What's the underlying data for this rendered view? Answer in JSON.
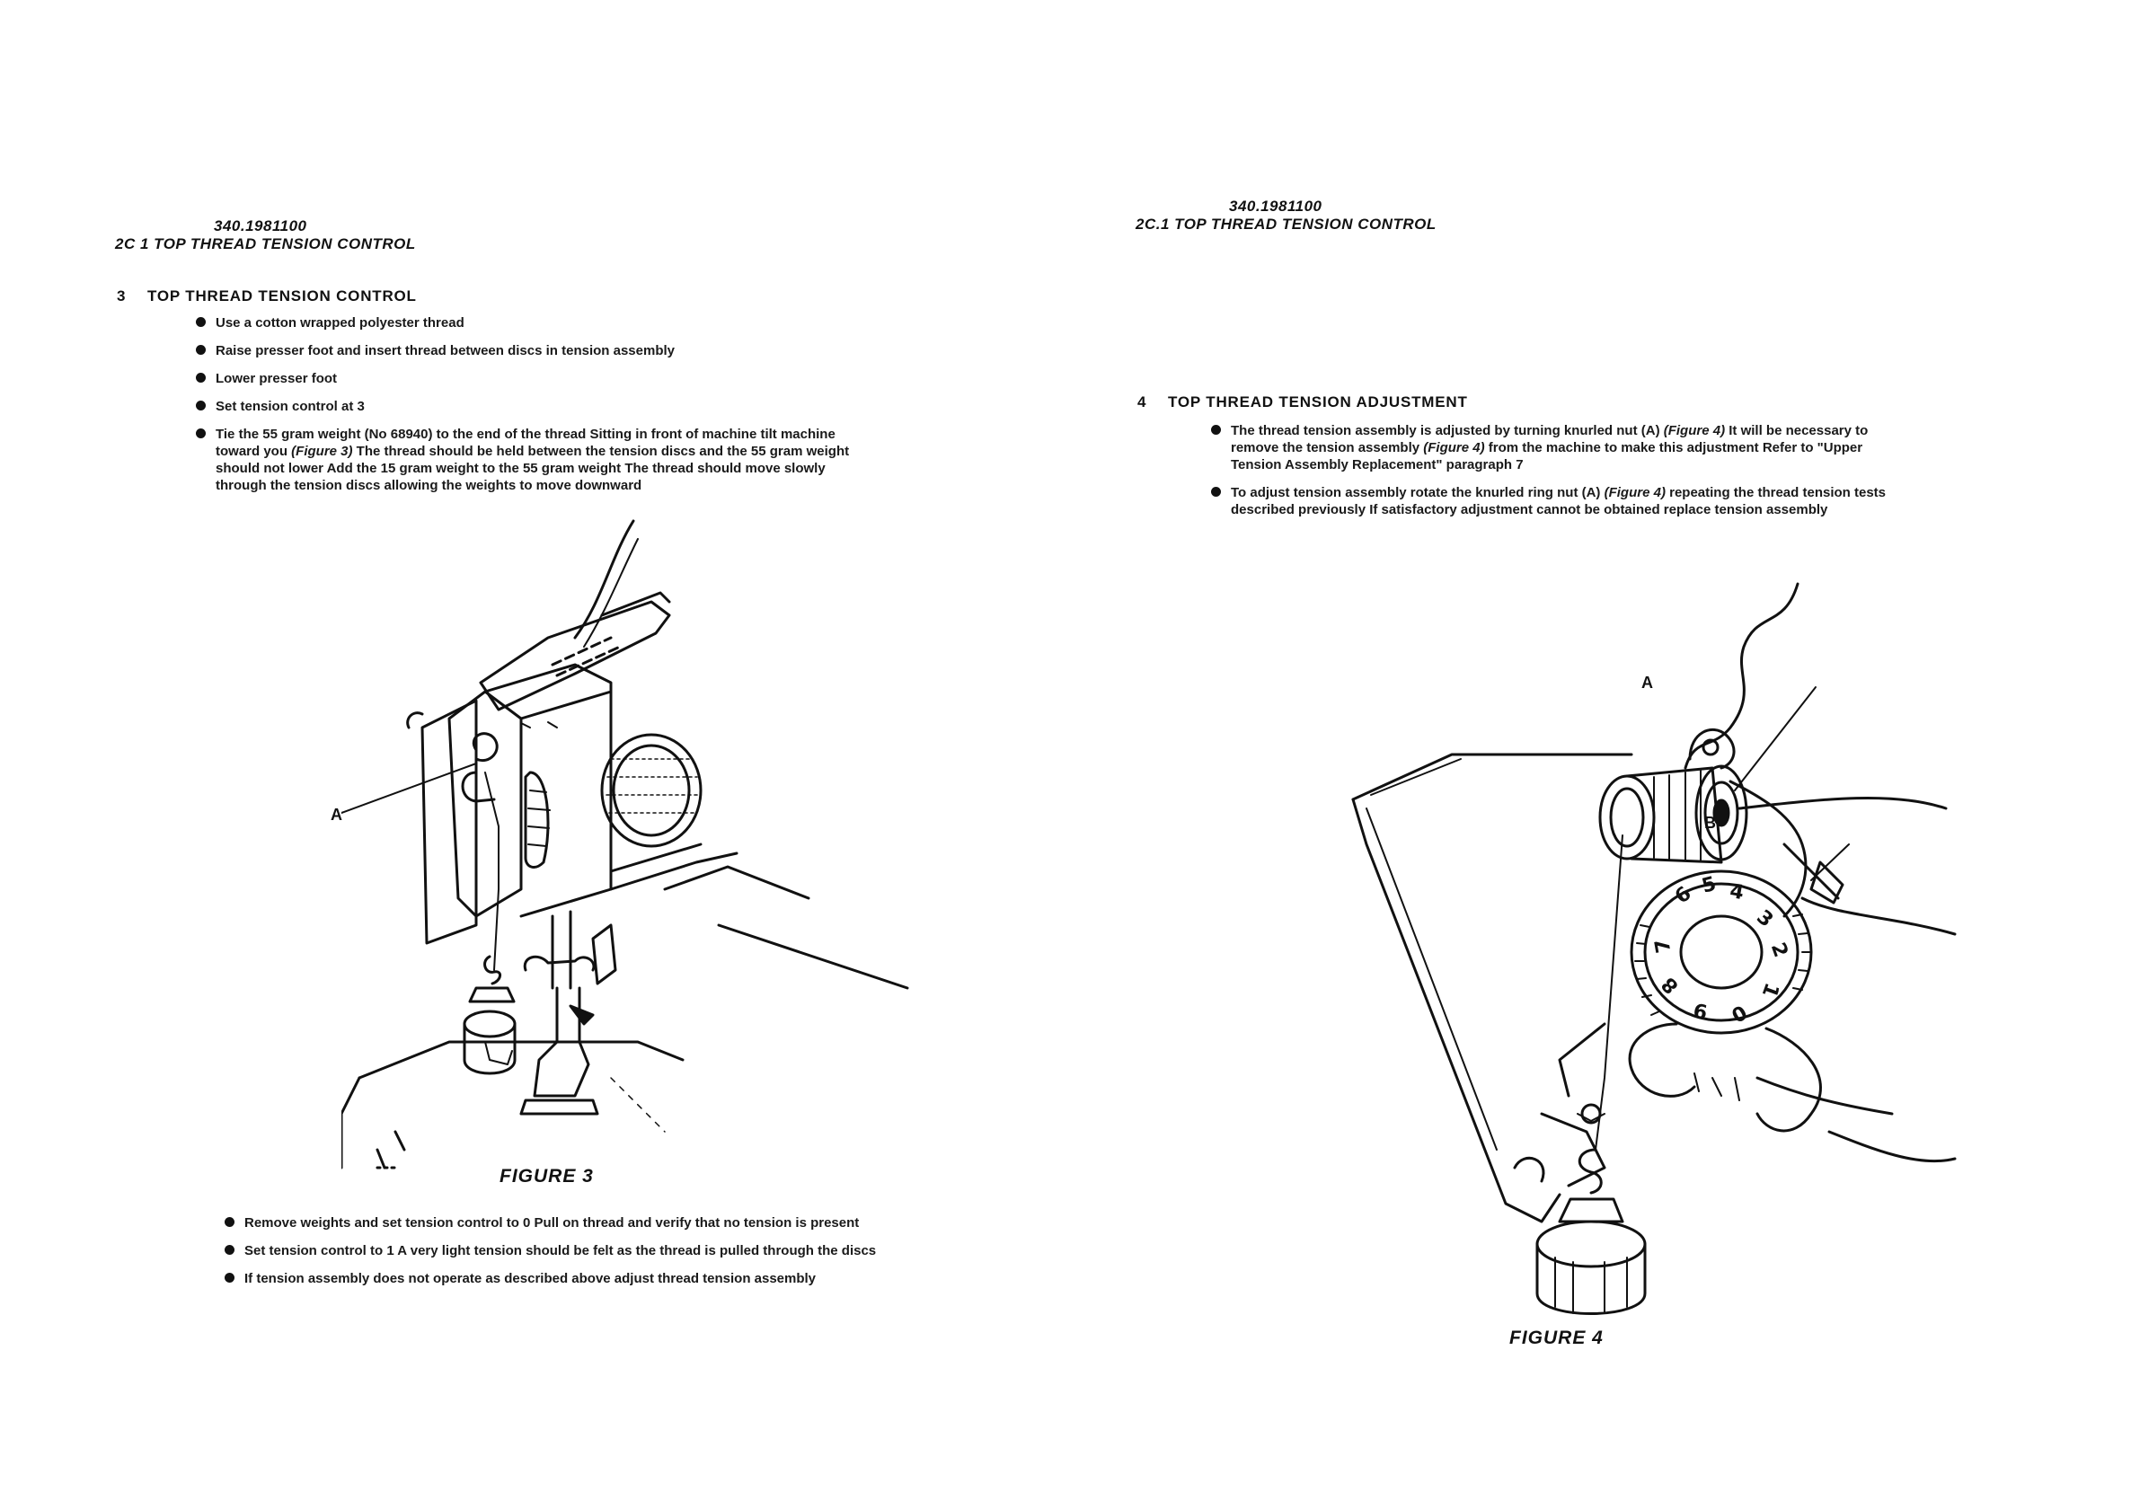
{
  "left_page": {
    "header": {
      "code": "340.1981100",
      "title": "2C 1 TOP THREAD TENSION CONTROL"
    },
    "section": {
      "number": "3",
      "title": "TOP THREAD TENSION CONTROL",
      "bullets": [
        "Use a cotton wrapped polyester thread",
        "Raise presser foot and insert thread between discs in tension assembly",
        "Lower presser foot",
        "Set tension control at 3",
        {
          "before": "Tie the 55 gram weight (No 68940) to the end of the thread Sitting in front of machine tilt machine toward you ",
          "ref": "(Figure 3)",
          "after": " The thread should be held between the tension discs and the 55 gram weight should not lower Add the 15 gram weight to the 55 gram weight The thread should move slowly through the tension discs allowing the weights to move downward"
        }
      ]
    },
    "figure": {
      "caption": "FIGURE 3",
      "callout_a": "A"
    },
    "post_bullets": [
      "Remove weights and set tension control to 0 Pull on thread and verify that no tension is present",
      "Set tension control to 1 A very light tension should be felt as the thread is pulled through the discs",
      "If tension assembly does not operate as described above adjust thread tension assembly"
    ]
  },
  "right_page": {
    "header": {
      "code": "340.1981100",
      "title": "2C.1 TOP THREAD TENSION CONTROL"
    },
    "section": {
      "number": "4",
      "title": "TOP THREAD TENSION ADJUSTMENT",
      "bullets": [
        {
          "before": "The thread tension assembly is adjusted by turning knurled nut (A) ",
          "ref": "(Figure 4)",
          "mid": " It will be necessary to remove the tension assembly ",
          "ref2": "(Figure 4)",
          "after": " from the machine to make this adjustment Refer to \"Upper Tension Assembly Replacement\" paragraph 7"
        },
        {
          "before": "To adjust tension assembly rotate the knurled ring nut (A) ",
          "ref": "(Figure 4)",
          "after": " repeating the thread tension tests described previously If satisfactory adjustment cannot be obtained replace tension assembly"
        }
      ]
    },
    "figure": {
      "caption": "FIGURE 4",
      "callout_a": "A",
      "callout_b": "B",
      "dial_numbers": [
        "6",
        "5",
        "4",
        "3",
        "2",
        "1",
        "0",
        "9",
        "8",
        "7"
      ]
    }
  }
}
